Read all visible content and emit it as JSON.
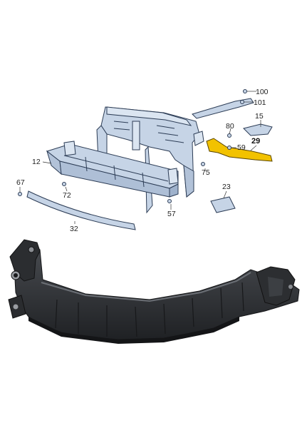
{
  "diagram": {
    "callouts": {
      "p100": "100",
      "p101": "101",
      "p15": "15",
      "p80": "80",
      "p29": "29",
      "p59": "59",
      "p12": "12",
      "p75": "75",
      "p67": "67",
      "p72": "72",
      "p23": "23",
      "p57": "57",
      "p32": "32"
    },
    "highlighted_part": "29",
    "colors": {
      "part_fill": "#c6d4e6",
      "part_stroke": "#2c3c55",
      "highlight_fill": "#f2c200",
      "photo_part": "#303235"
    }
  }
}
